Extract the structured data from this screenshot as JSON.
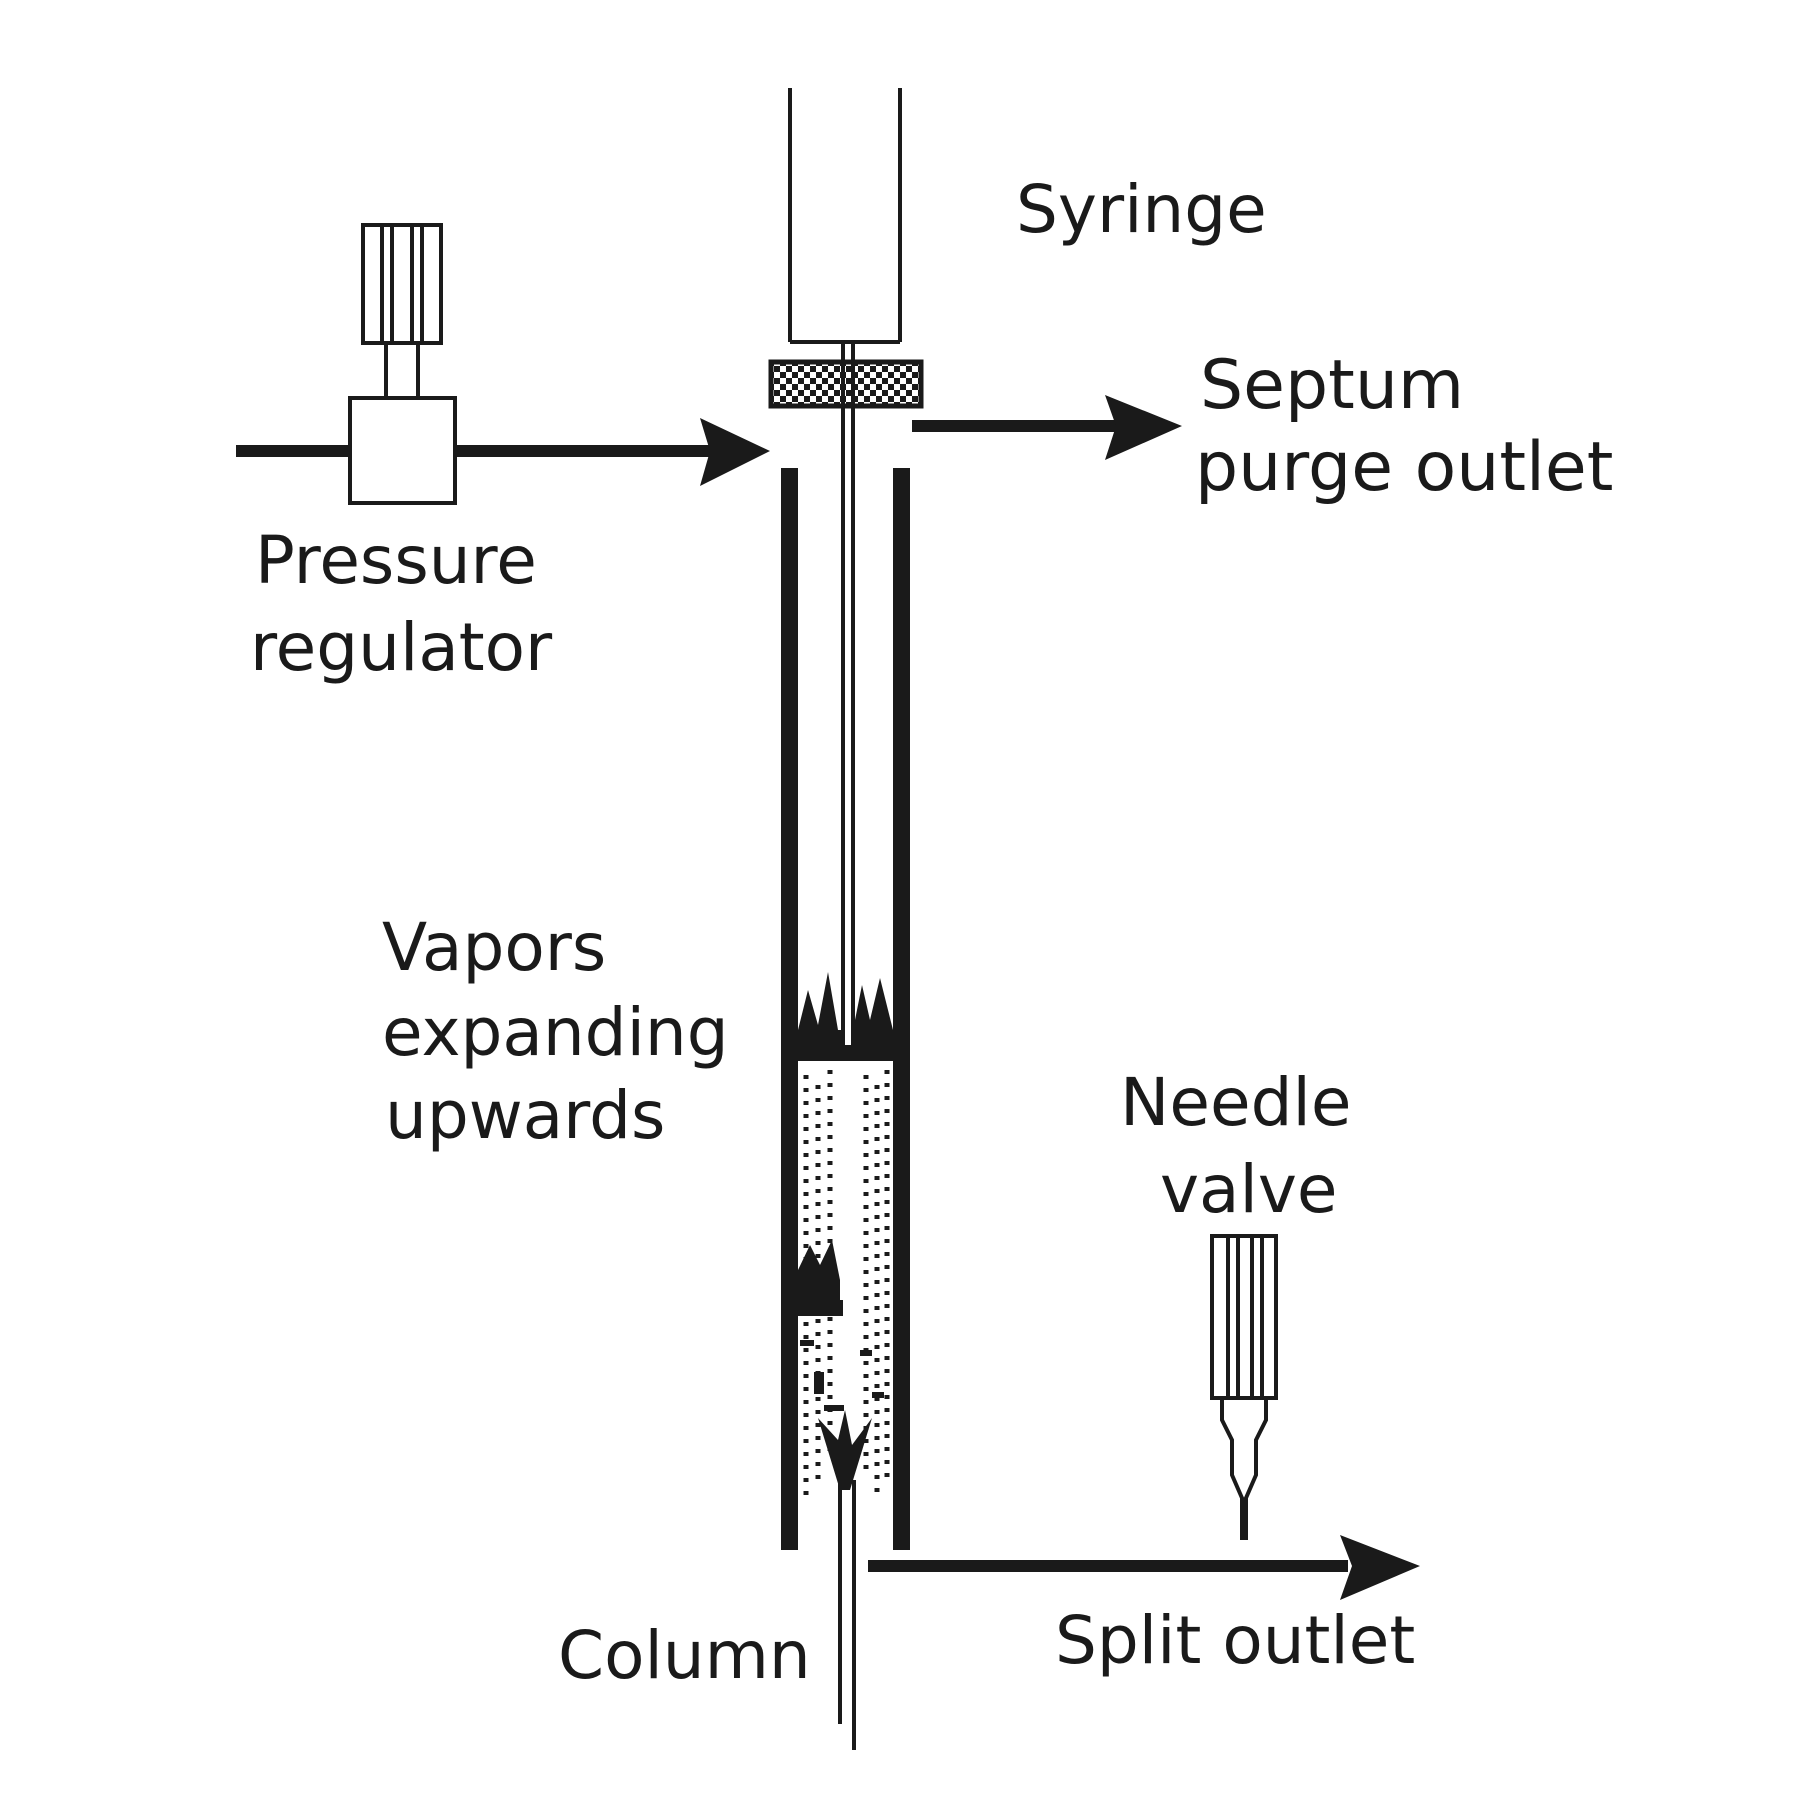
{
  "labels": {
    "syringe": "Syringe",
    "septum_line1": "Septum",
    "septum_line2": "purge outlet",
    "pressure_line1": "Pressure",
    "pressure_line2": "regulator",
    "vapors_line1": "Vapors",
    "vapors_line2": "expanding",
    "vapors_line3": "upwards",
    "needle_line1": "Needle",
    "needle_line2": "valve",
    "column": "Column",
    "split": "Split outlet"
  },
  "colors": {
    "ink": "#1a1a1a",
    "paper": "#ffffff"
  }
}
